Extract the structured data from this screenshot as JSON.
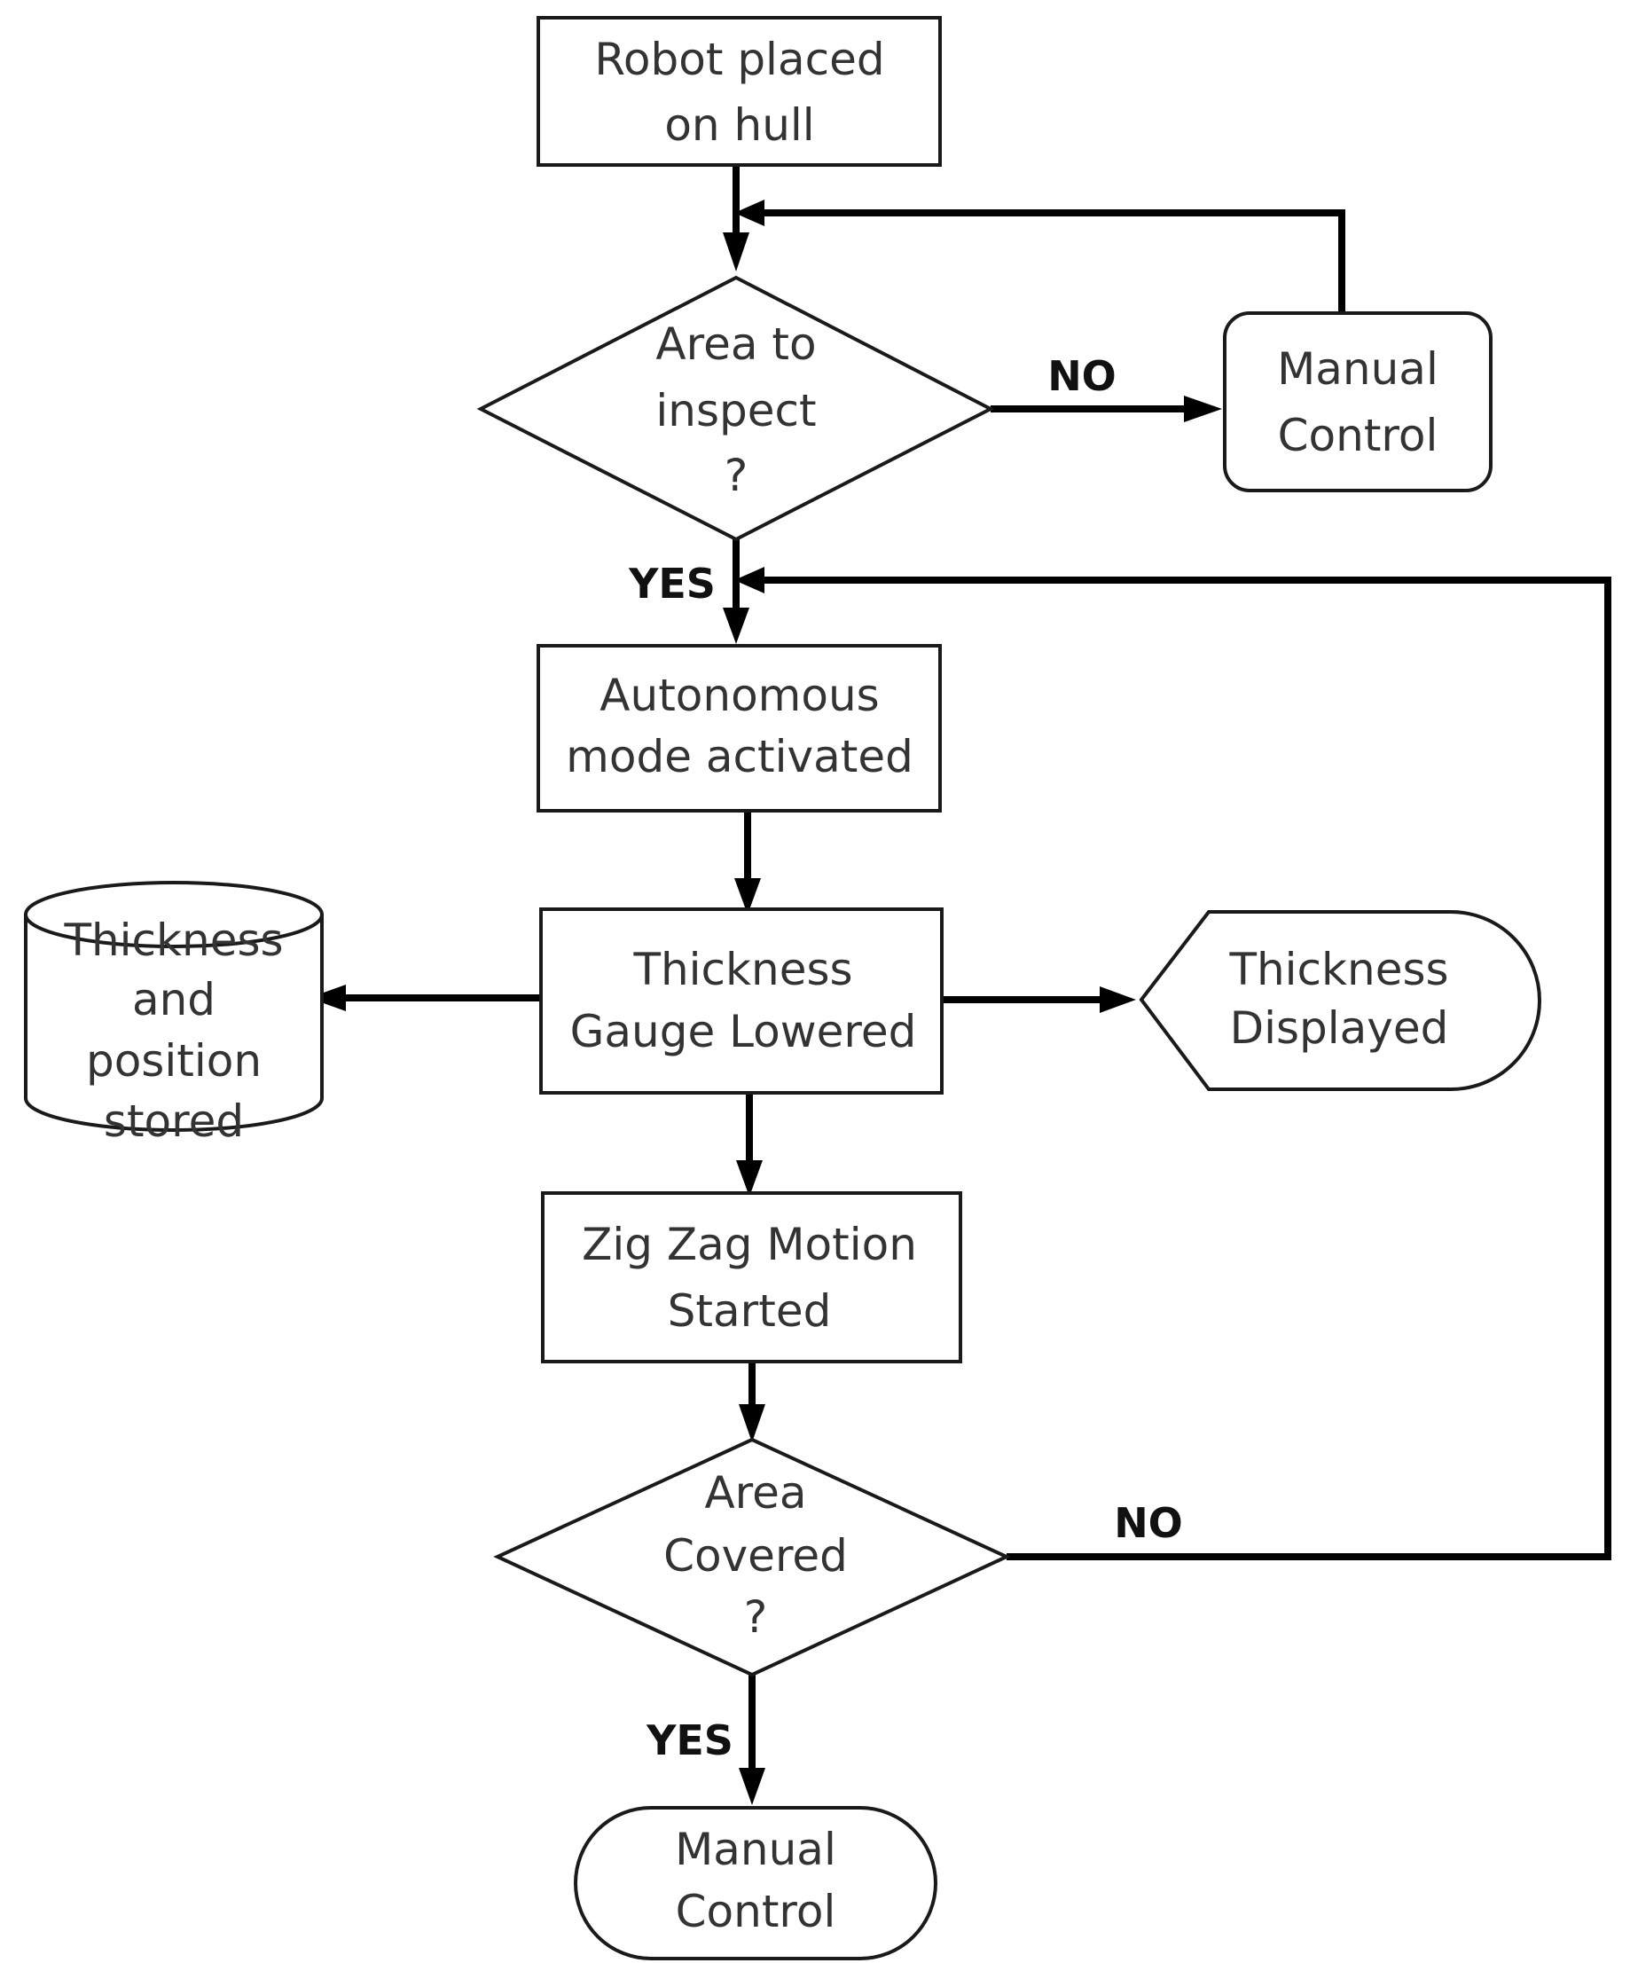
{
  "nodes": {
    "robot_placed": {
      "lines": [
        "Robot placed",
        "on hull"
      ]
    },
    "area_to_inspect": {
      "lines": [
        "Area to",
        "inspect",
        "?"
      ]
    },
    "manual_control_top": {
      "lines": [
        "Manual",
        "Control"
      ]
    },
    "autonomous_mode": {
      "lines": [
        "Autonomous",
        "mode activated"
      ]
    },
    "thickness_gauge": {
      "lines": [
        "Thickness",
        "Gauge Lowered"
      ]
    },
    "thickness_stored": {
      "lines": [
        "Thickness",
        "and",
        "position",
        "stored"
      ]
    },
    "thickness_displayed": {
      "lines": [
        "Thickness",
        "Displayed"
      ]
    },
    "zigzag_motion": {
      "lines": [
        "Zig Zag Motion",
        "Started"
      ]
    },
    "area_covered": {
      "lines": [
        "Area",
        "Covered",
        "?"
      ]
    },
    "manual_control_end": {
      "lines": [
        "Manual",
        "Control"
      ]
    }
  },
  "edges": {
    "inspect_no": {
      "label": "NO"
    },
    "inspect_yes": {
      "label": "YES"
    },
    "covered_no": {
      "label": "NO"
    },
    "covered_yes": {
      "label": "YES"
    }
  }
}
